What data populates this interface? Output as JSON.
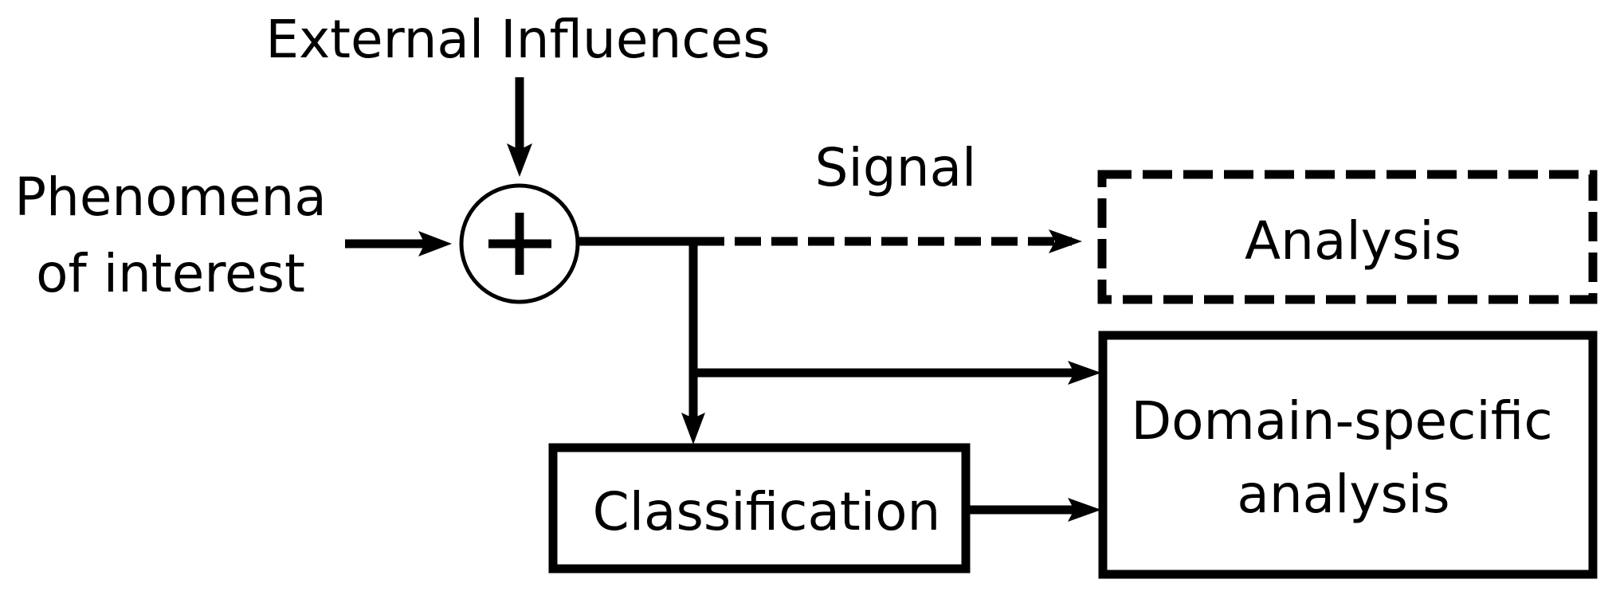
{
  "diagram": {
    "title": "Signal processing pipeline",
    "colors": {
      "stroke": "#000000",
      "background": "#ffffff",
      "text": "#000000"
    },
    "labels": {
      "external_influences": "External Influences",
      "phenomena_line1": "Phenomena",
      "phenomena_line2": "of interest",
      "signal": "Signal",
      "analysis": "Analysis",
      "domain_line1": "Domain-specific",
      "domain_line2": "analysis",
      "classification": "Classification"
    },
    "nodes": [
      {
        "id": "external-influences",
        "label": "External Influences",
        "type": "text"
      },
      {
        "id": "phenomena",
        "label": "Phenomena of interest",
        "type": "text"
      },
      {
        "id": "summing-junction",
        "label": "+",
        "type": "circle"
      },
      {
        "id": "analysis",
        "label": "Analysis",
        "type": "box",
        "style": "dashed"
      },
      {
        "id": "domain-specific-analysis",
        "label": "Domain-specific analysis",
        "type": "box",
        "style": "solid"
      },
      {
        "id": "classification",
        "label": "Classification",
        "type": "box",
        "style": "solid"
      }
    ],
    "edges": [
      {
        "from": "external-influences",
        "to": "summing-junction",
        "style": "solid"
      },
      {
        "from": "phenomena",
        "to": "summing-junction",
        "style": "solid"
      },
      {
        "from": "summing-junction",
        "to": "analysis",
        "style": "dashed",
        "label": "Signal"
      },
      {
        "from": "summing-junction",
        "to": "domain-specific-analysis",
        "style": "solid"
      },
      {
        "from": "summing-junction",
        "to": "classification",
        "style": "solid"
      },
      {
        "from": "classification",
        "to": "domain-specific-analysis",
        "style": "solid"
      }
    ]
  }
}
